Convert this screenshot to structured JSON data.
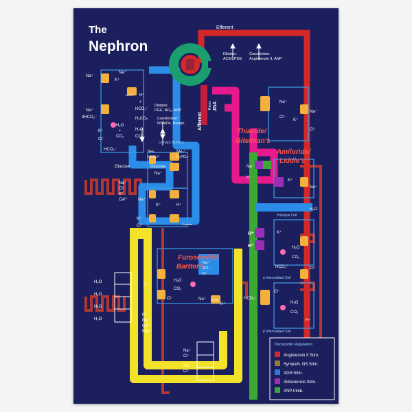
{
  "title": {
    "prefix": "The",
    "main": "Nephron"
  },
  "vessels": {
    "efferent": "Efferent",
    "afferent": "Afferent",
    "renin": "Renin",
    "jga": "JGA"
  },
  "regulation": {
    "efferent_dilation": "Dilation:",
    "efferent_dilation_agents": "ACEI, PGE",
    "efferent_constriction": "Constriction:",
    "efferent_constriction_agents": "Angiotensin II, ANP",
    "afferent_dilation": "Dilation:",
    "afferent_dilation_agents": "PGE, NO₂, ANP",
    "afferent_constriction": "Constriction:",
    "afferent_constriction_agents": "NSAIDs, Norepi."
  },
  "proximal": {
    "na": "Na⁺",
    "k": "K⁺",
    "h": "H⁺",
    "hco3": "HCO₃⁻",
    "three_hco3": "3HCO₃⁻",
    "h2co3": "H₂CO₃",
    "h2o": "H₂O",
    "co2": "CO₂",
    "plus": "+",
    "nhe3": "NHE3",
    "urinary_buffers": "Urinary Buffers",
    "nh3": "NH₃",
    "nh4": "NH₄⁺",
    "hpo4": "HPO₄²⁻",
    "h2po4": "H₂PO₄⁻",
    "glucose": "Glucose",
    "cl": "Cl⁻",
    "ca": "Ca²⁺",
    "formate": "Formate"
  },
  "annotations": {
    "thiazide_1": "Thiazide/",
    "thiazide_2": "Gitelman's",
    "amiloride_1": "Amiloride/",
    "amiloride_2": "Liddle's",
    "furosemide_1": "Furosemide/",
    "furosemide_2": "Bartter's"
  },
  "loop": {
    "h2o": "H₂O",
    "na": "Na⁺",
    "two_cl": "2Cl⁻",
    "k": "K⁺",
    "cl": "Cl⁻",
    "hco3": "HCO₃⁻",
    "co2": "CO₂",
    "h": "H⁺",
    "ca": "Ca²⁺",
    "mg": "Mg²⁺",
    "romk": "ROMK"
  },
  "distal": {
    "na": "Na⁺",
    "cl": "Cl⁻",
    "k": "K⁺",
    "h2o": "H₂O",
    "h": "H⁺",
    "hco3": "HCO₃⁻",
    "co2": "CO₂",
    "principal_cell": "Principal Cell",
    "alpha_cell": "α Intercalated Cell",
    "beta_cell": "β Intercalated Cell"
  },
  "legend": {
    "title": "Transporter Regulation",
    "items": [
      {
        "label": "Angiotensin II Stim.",
        "color": "#d42727"
      },
      {
        "label": "Sympath. NS Stim.",
        "color": "#9b7a3e"
      },
      {
        "label": "ADH Stim.",
        "color": "#2b7bd8"
      },
      {
        "label": "Aldosterone Stim.",
        "color": "#9a2fb5"
      },
      {
        "label": "ANP Inhib.",
        "color": "#3aa83a"
      }
    ]
  },
  "colors": {
    "background": "#1b1f5e",
    "vasa_recta": "#c23a30",
    "efferent": "#d42727",
    "afferent_glomerulus": "#1a9e6e",
    "proximal_tubule": "#2b8de8",
    "loop": "#f2e32a",
    "distal": "#e61a8c",
    "collecting_duct": "#3aaa35",
    "transporter": "#f4b03c",
    "annotation": "#ff5a4a"
  }
}
